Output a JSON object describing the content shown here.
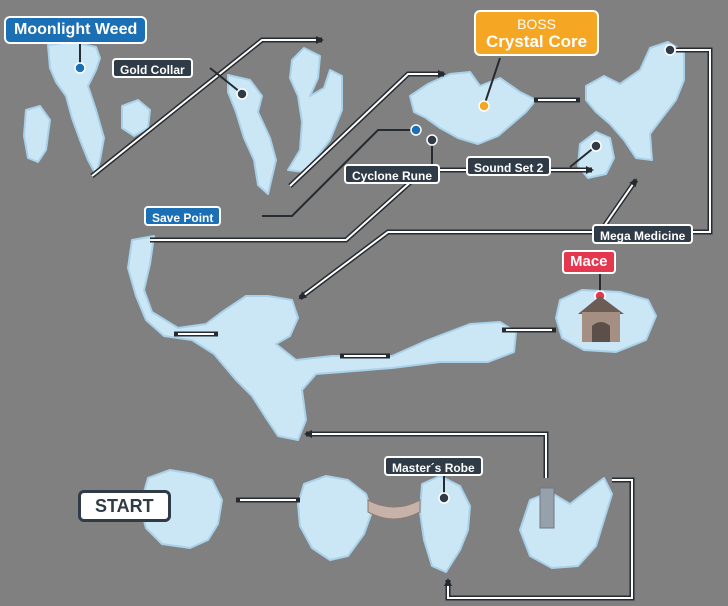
{
  "map": {
    "start_label": "START",
    "boss_kicker": "BOSS",
    "markers": {
      "moonlight_weed": "Moonlight Weed",
      "gold_collar": "Gold Collar",
      "crystal_core": "Crystal Core",
      "cyclone_rune": "Cyclone Rune",
      "sound_set_2": "Sound Set 2",
      "save_point": "Save Point",
      "mega_medicine": "Mega Medicine",
      "mace": "Mace",
      "masters_robe": "Master´s Robe"
    },
    "colors": {
      "background": "#808080",
      "land": "#cbe7f6",
      "route": "#262b31",
      "label": "#2f3b47",
      "save_point": "#1b6fb4",
      "boss": "#f5a623",
      "mace": "#e5384f"
    },
    "icons": [
      "shop-house-icon",
      "stairs-icon",
      "bridge-icon",
      "two-way-arrow-icon",
      "one-way-arrow-icon",
      "location-pin-icon"
    ]
  }
}
